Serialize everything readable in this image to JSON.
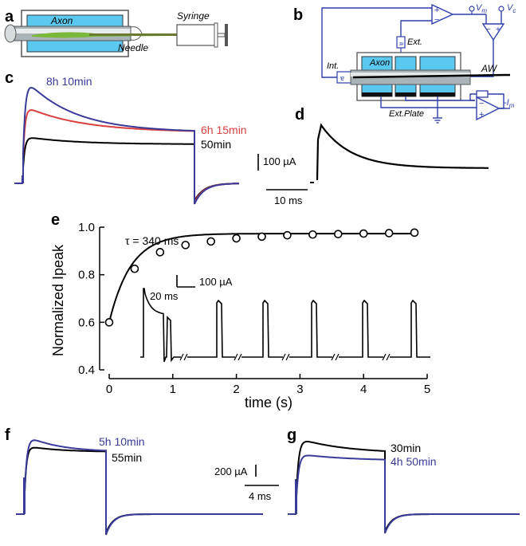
{
  "panels": [
    "a",
    "b",
    "c",
    "d",
    "e",
    "f",
    "g"
  ],
  "panel_a": {
    "axon": "Axon",
    "syringe": "Syringe",
    "needle": "Needle"
  },
  "panel_b": {
    "vm": "V",
    "vm_sub": "m",
    "vc": "V",
    "vc_sub": "c",
    "ext": "Ext.",
    "int": "Int.",
    "axon": "Axon",
    "aw": "AW",
    "ext_plate": "Ext.Plate",
    "im": "-I",
    "im_sub": "m",
    "plus": "+",
    "minus": "−"
  },
  "panel_c": {
    "labels": [
      {
        "text": "8h 10min",
        "color": "#3a3a99"
      },
      {
        "text": "6h 15min",
        "color": "#d94040"
      },
      {
        "text": "50min",
        "color": "#000000"
      }
    ],
    "scale_y": "100 µA",
    "scale_x": "10 ms"
  },
  "panel_e": {
    "tau_label": "τ = 340 ms",
    "scale_y": "100 µA",
    "scale_x": "20 ms"
  },
  "panel_f": {
    "labels": [
      {
        "text": "5h 10min",
        "color": "#3a3a99"
      },
      {
        "text": "55min",
        "color": "#000000"
      }
    ],
    "scale_y": "200 µA",
    "scale_x": "4 ms"
  },
  "panel_g": {
    "labels": [
      {
        "text": "30min",
        "color": "#000000"
      },
      {
        "text": "4h 50min",
        "color": "#3a3a99"
      }
    ]
  },
  "colors": {
    "blue": "#3a3a99",
    "red": "#d94040",
    "black": "#000000",
    "cyan": "#5bc8ef",
    "circuit": "#2f3faa"
  },
  "chart_data": {
    "type": "scatter",
    "xlabel": "time (s)",
    "ylabel": "Normalized Ipeak",
    "xlim": [
      0,
      5
    ],
    "ylim": [
      0.4,
      1.0
    ],
    "xticks": [
      0,
      1,
      2,
      3,
      4,
      5
    ],
    "yticks": [
      0.4,
      0.6,
      0.8,
      1.0
    ],
    "ytick_labels": [
      "0.4",
      "0.6",
      "0.8",
      "1.0"
    ],
    "series": [
      {
        "x": [
          0,
          0.4,
          0.8,
          1.2,
          1.6,
          2.0,
          2.4,
          2.8,
          3.2,
          3.6,
          4.0,
          4.4,
          4.8
        ],
        "y": [
          0.6,
          0.825,
          0.895,
          0.925,
          0.94,
          0.953,
          0.96,
          0.966,
          0.969,
          0.971,
          0.973,
          0.975,
          0.977
        ]
      }
    ],
    "fit_tau_ms": 340
  }
}
